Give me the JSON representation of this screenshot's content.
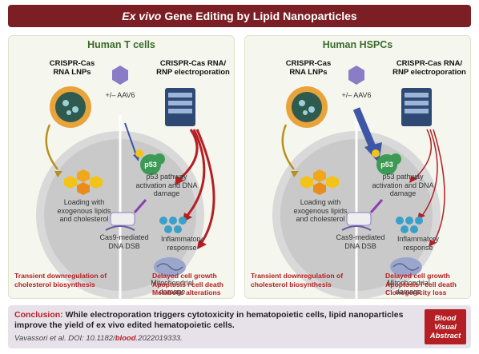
{
  "title": {
    "italic": "Ex vivo",
    "rest": "Gene Editing by Lipid Nanoparticles"
  },
  "panels": [
    {
      "heading": "Human T cells",
      "lnp_label": "CRISPR-Cas\nRNA LNPs",
      "aav_label": "+/– AAV6",
      "electro_label": "CRISPR-Cas RNA/\nRNP electroporation",
      "p53_badge": "p53",
      "p53_text": "p53 pathway\nactivation and DNA\ndamage",
      "lipid_text": "Loading with\nexogenous lipids\nand cholesterol",
      "cas9_text": "Cas9-mediated\nDNA DSB",
      "inflam_text": "Inflammatory\nresponse",
      "mito_text": "Mitochondrial\ndamage",
      "left_effect": "Transient downregulation of\ncholesterol biosynthesis",
      "right_effect": "Delayed cell growth\nApoptosis / cell death\nMetabolic alterations"
    },
    {
      "heading": "Human HSPCs",
      "lnp_label": "CRISPR-Cas\nRNA LNPs",
      "aav_label": "+/– AAV6",
      "electro_label": "CRISPR-Cas RNA/\nRNP electroporation",
      "p53_badge": "p53",
      "p53_text": "p53 pathway\nactivation and DNA\ndamage",
      "lipid_text": "Loading with\nexogenous lipids\nand cholesterol",
      "cas9_text": "Cas9-mediated\nDNA DSB",
      "inflam_text": "Inflammatory\nresponse",
      "mito_text": "Mitochondrial\ndamage",
      "left_effect": "Transient downregulation of\ncholesterol biosynthesis",
      "right_effect": "Delayed cell growth\nApoptosis / cell death\nClonogenicity loss"
    }
  ],
  "conclusion": {
    "label": "Conclusion:",
    "text": "While electroporation triggers cytotoxicity in hematopoietic cells, lipid nanoparticles improve the yield of ex vivo edited hematopoietic cells."
  },
  "citation": {
    "prefix": "Vavassori et al. DOI: 10.1182/",
    "blood": "blood",
    "suffix": ".2022019333."
  },
  "badge": {
    "line1": "Blood",
    "line2": "Visual",
    "line3": "Abstract"
  },
  "colors": {
    "title_bg": "#7b1f24",
    "accent_red": "#b41f24",
    "heading_green": "#3a6b2a",
    "panel_bg": "#f5f7ee",
    "conclusion_bg": "#e7e2ea",
    "lnp_arrow": "#b8901e",
    "aav_arrow": "#3d56a6",
    "cell": "#d9d9d9"
  },
  "icons": [
    "lipid-nanoparticle-icon",
    "aav-virus-icon",
    "electroporation-device-icon",
    "cell-icon",
    "p53-icon",
    "lipid-hexagons-icon",
    "cas9-dna-icon",
    "inflammatory-dots-icon",
    "mitochondria-icon"
  ]
}
